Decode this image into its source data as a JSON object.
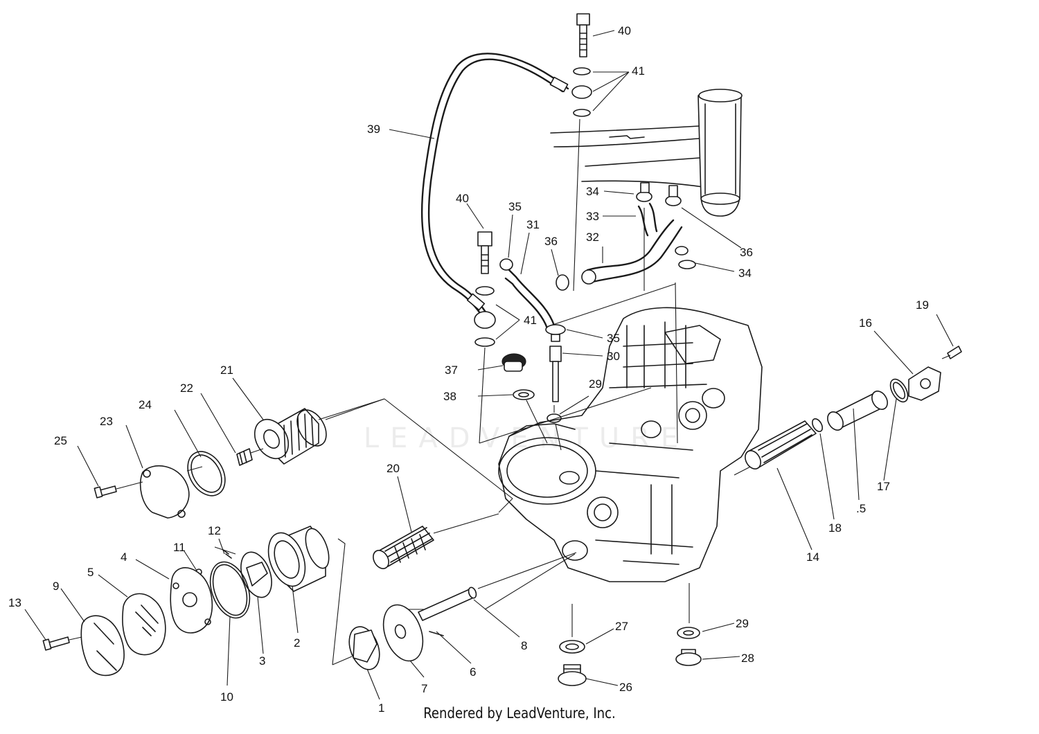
{
  "watermark": "LEADVENTURE",
  "footer": "Rendered by LeadVenture, Inc.",
  "callouts": [
    {
      "id": "40a",
      "text": "40"
    },
    {
      "id": "41a",
      "text": "41"
    },
    {
      "id": "39",
      "text": "39"
    },
    {
      "id": "34a",
      "text": "34"
    },
    {
      "id": "33",
      "text": "33"
    },
    {
      "id": "32",
      "text": "32"
    },
    {
      "id": "36a",
      "text": "36"
    },
    {
      "id": "34b",
      "text": "34"
    },
    {
      "id": "40b",
      "text": "40"
    },
    {
      "id": "35a",
      "text": "35"
    },
    {
      "id": "31",
      "text": "31"
    },
    {
      "id": "36b",
      "text": "36"
    },
    {
      "id": "41b",
      "text": "41"
    },
    {
      "id": "35b",
      "text": "35"
    },
    {
      "id": "30",
      "text": "30"
    },
    {
      "id": "37",
      "text": "37"
    },
    {
      "id": "38",
      "text": "38"
    },
    {
      "id": "29a",
      "text": "29"
    },
    {
      "id": "19",
      "text": "19"
    },
    {
      "id": "16",
      "text": "16"
    },
    {
      "id": "21",
      "text": "21"
    },
    {
      "id": "22",
      "text": "22"
    },
    {
      "id": "24",
      "text": "24"
    },
    {
      "id": "23",
      "text": "23"
    },
    {
      "id": "25",
      "text": "25"
    },
    {
      "id": "20",
      "text": "20"
    },
    {
      "id": "17",
      "text": "17"
    },
    {
      "id": "15",
      "text": ".5"
    },
    {
      "id": "18",
      "text": "18"
    },
    {
      "id": "14",
      "text": "14"
    },
    {
      "id": "12",
      "text": "12"
    },
    {
      "id": "11",
      "text": "11"
    },
    {
      "id": "4",
      "text": "4"
    },
    {
      "id": "5",
      "text": "5"
    },
    {
      "id": "9",
      "text": "9"
    },
    {
      "id": "13",
      "text": "13"
    },
    {
      "id": "2",
      "text": "2"
    },
    {
      "id": "3",
      "text": "3"
    },
    {
      "id": "10",
      "text": "10"
    },
    {
      "id": "8",
      "text": "8"
    },
    {
      "id": "6",
      "text": "6"
    },
    {
      "id": "7",
      "text": "7"
    },
    {
      "id": "1",
      "text": "1"
    },
    {
      "id": "27",
      "text": "27"
    },
    {
      "id": "26",
      "text": "26"
    },
    {
      "id": "29b",
      "text": "29"
    },
    {
      "id": "28",
      "text": "28"
    }
  ]
}
